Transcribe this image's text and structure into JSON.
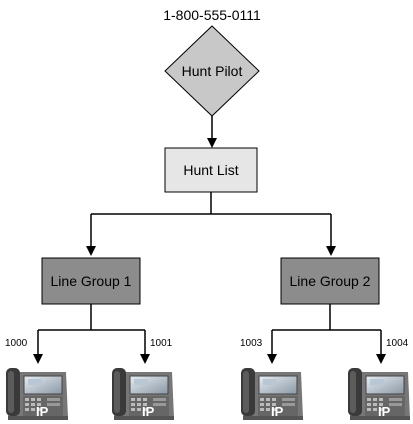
{
  "pilot_number": "1-800-555-0111",
  "hunt_pilot": {
    "label": "Hunt Pilot",
    "color": "#c8c8c8"
  },
  "hunt_list": {
    "label": "Hunt List",
    "color": "#e6e6e6"
  },
  "line_groups": [
    {
      "label": "Line Group 1",
      "color": "#8c8c8c"
    },
    {
      "label": "Line Group 2",
      "color": "#8c8c8c"
    }
  ],
  "extensions": [
    "1000",
    "1001",
    "1003",
    "1004"
  ],
  "phone_badge": "IP",
  "phone_icon": "ip-phone-icon"
}
